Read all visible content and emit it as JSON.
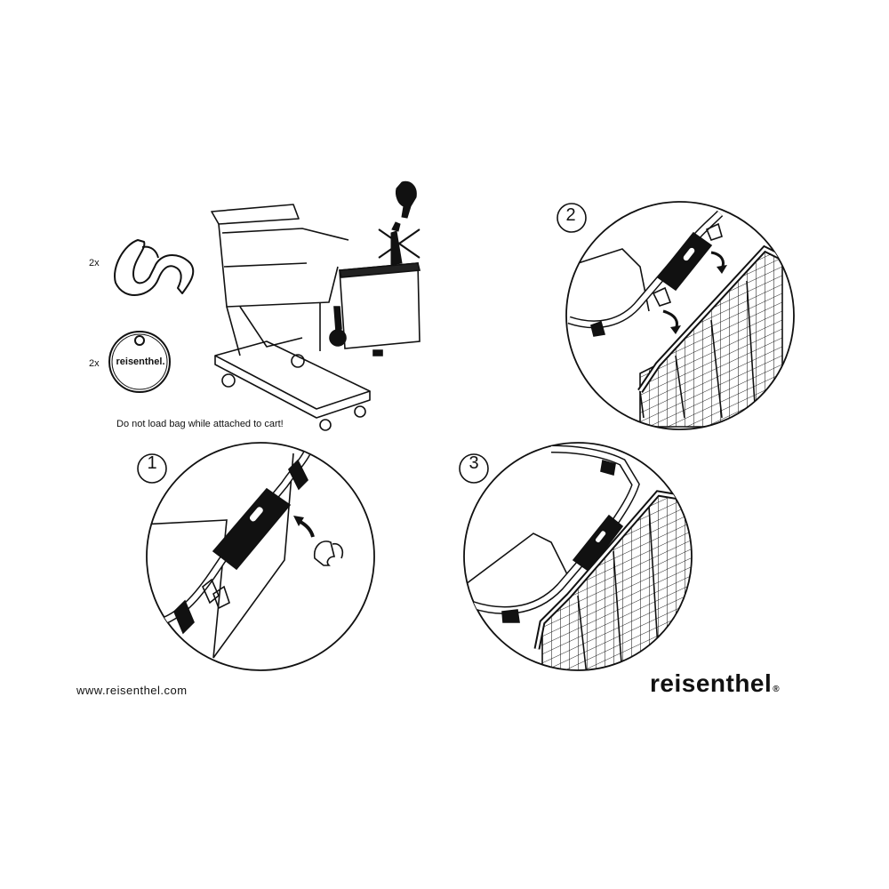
{
  "parts": {
    "clip_count": "2x",
    "chip_count": "2x",
    "chip_brand": "reisenthel."
  },
  "warning_text": "Do not load bag while attached to cart!",
  "steps": [
    {
      "number": "1"
    },
    {
      "number": "2"
    },
    {
      "number": "3"
    }
  ],
  "footer": {
    "website": "www.reisenthel.com",
    "brand": "reisenthel",
    "registered_mark": "®"
  },
  "icons": [
    "clip-icon",
    "chip-icon",
    "shopping-cart-icon",
    "hand-pointer-icon",
    "no-load-icon"
  ],
  "colors": {
    "ink": "#111111",
    "background": "#ffffff"
  }
}
